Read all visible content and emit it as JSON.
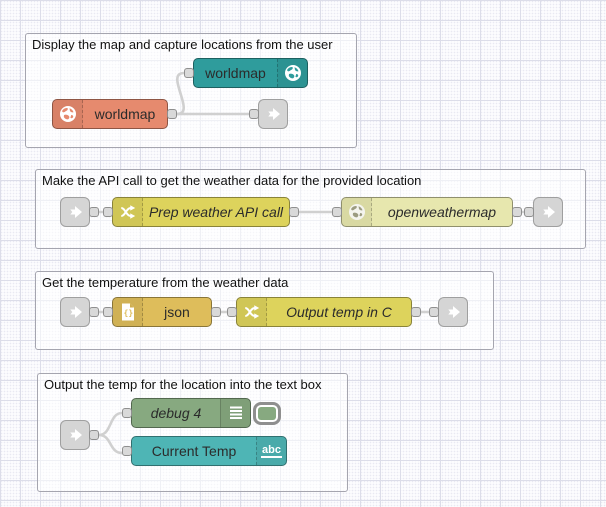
{
  "groups": [
    {
      "label": "Display the map and capture locations from the user",
      "nodes": {
        "worldmap_display": {
          "label": "worldmap",
          "icon": "globe-icon"
        },
        "worldmap_in": {
          "label": "worldmap",
          "icon": "globe-icon"
        },
        "link_out": {
          "icon": "link-out-icon"
        }
      }
    },
    {
      "label": "Make the API call to get the weather data for the provided location",
      "nodes": {
        "link_in": {
          "icon": "link-in-icon"
        },
        "function_prep": {
          "label": "Prep weather API call",
          "icon": "function-icon"
        },
        "openweathermap": {
          "label": "openweathermap",
          "icon": "globe-icon"
        },
        "link_out": {
          "icon": "link-out-icon"
        }
      }
    },
    {
      "label": "Get the temperature from the weather data",
      "nodes": {
        "link_in": {
          "icon": "link-in-icon"
        },
        "json_parser": {
          "label": "json",
          "icon": "json-file-icon"
        },
        "function_temp": {
          "label": "Output temp in C",
          "icon": "function-icon"
        },
        "link_out": {
          "icon": "link-out-icon"
        }
      }
    },
    {
      "label": "Output the temp for the location into the text box",
      "nodes": {
        "link_in": {
          "icon": "link-in-icon"
        },
        "debug": {
          "label": "debug 4",
          "icon": "debug-icon",
          "toggle_state": "enabled"
        },
        "text_widget": {
          "label": "Current Temp",
          "icon": "abc-icon",
          "icon_text": "abc"
        }
      }
    }
  ],
  "icons": {
    "globe-icon": "white globe glyph",
    "function-icon": "white crossing shuffle arrows",
    "json-file-icon": "white page with {} braces",
    "link-in-icon": "white right arrow",
    "link-out-icon": "white right arrow",
    "debug-icon": "white stacked lines",
    "abc-icon": "abc underlined"
  },
  "colors": {
    "worldmap_display_teal": "#2f9c9c",
    "worldmap_in_salmon": "#e68a6e",
    "function_yellow": "#ddd35c",
    "openweathermap_pale_yellow": "#e7e7ae",
    "json_gold": "#debd5b",
    "debug_green": "#87a980",
    "text_widget_teal": "#4eb5b5",
    "link_node_gray": "#d5d5d5",
    "wire_gray": "#979797",
    "group_border": "#a5a5af",
    "canvas_grid": "#dcdde9"
  }
}
